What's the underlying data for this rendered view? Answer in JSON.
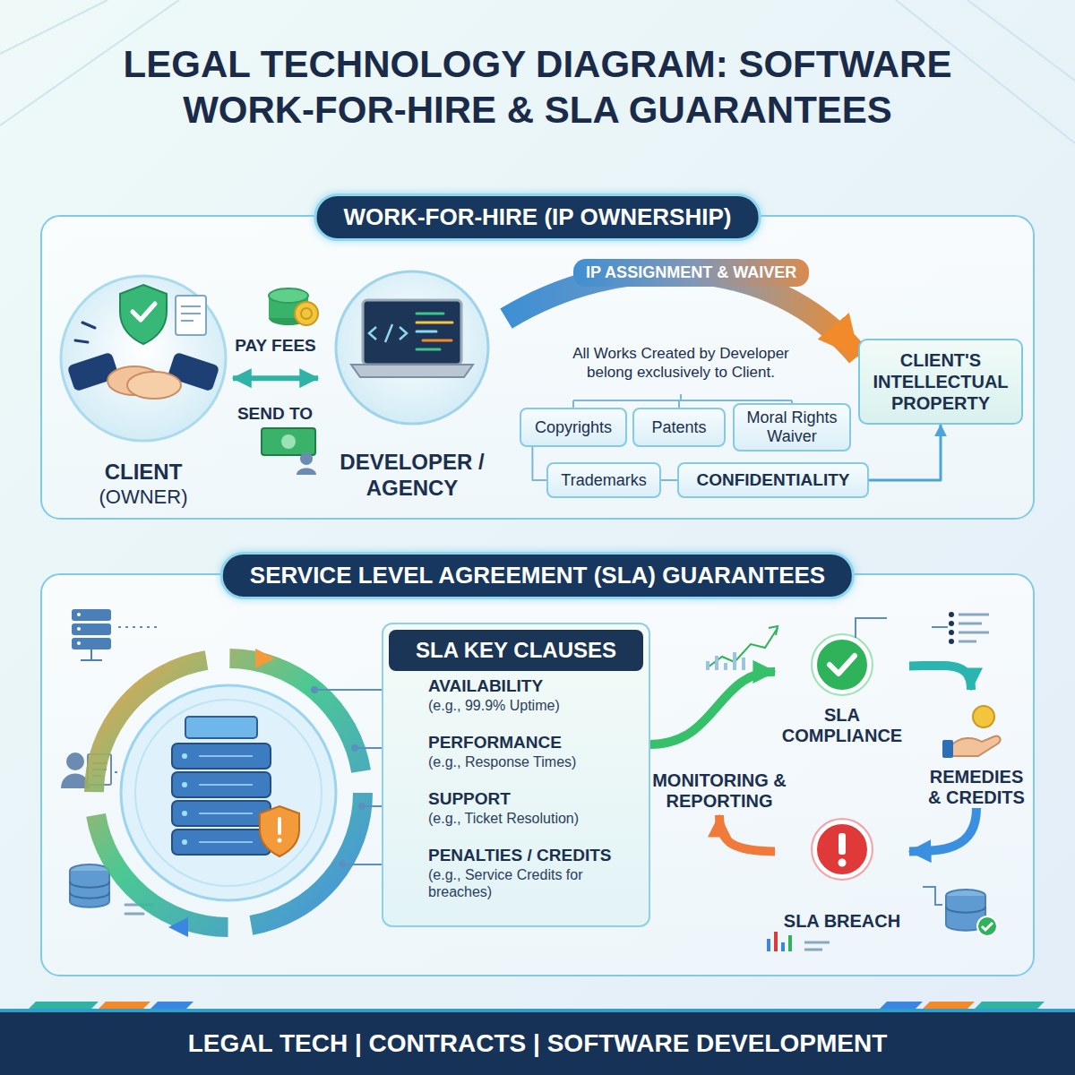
{
  "diagram": {
    "title": "LEGAL TECHNOLOGY DIAGRAM: SOFTWARE WORK-FOR-HIRE & SLA GUARANTEES",
    "caption": "LEGAL TECH | CONTRACTS | SOFTWARE DEVELOPMENT",
    "nodes": [
      {
        "text": [
          "WORK-FOR-HIRE (IP OWNERSHIP)"
        ]
      },
      {
        "text": [
          "CLIENT",
          "(OWNER)"
        ],
        "in": 0
      },
      {
        "text": [
          "DEVELOPER / AGENCY"
        ],
        "in": 0
      },
      {
        "text": [
          "CLIENT'S INTELLECTUAL PROPERTY"
        ],
        "in": 0
      },
      {
        "text": [
          "Copyrights"
        ],
        "in": 0
      },
      {
        "text": [
          "Patents"
        ],
        "in": 0
      },
      {
        "text": [
          "Moral Rights Waiver"
        ],
        "in": 0
      },
      {
        "text": [
          "Trademarks"
        ],
        "in": 0
      },
      {
        "text": [
          "CONFIDENTIALITY"
        ],
        "in": 0
      },
      {
        "text": [
          "SERVICE LEVEL AGREEMENT (SLA) GUARANTEES"
        ]
      },
      {
        "text": [
          "SLA KEY CLAUSES"
        ],
        "in": 9
      },
      {
        "text": [
          "AVAILABILITY",
          "(e.g., 99.9% Uptime)"
        ],
        "in": 10
      },
      {
        "text": [
          "PERFORMANCE",
          "(e.g., Response Times)"
        ],
        "in": 10
      },
      {
        "text": [
          "SUPPORT",
          "(e.g., Ticket Resolution)"
        ],
        "in": 10
      },
      {
        "text": [
          "PENALTIES / CREDITS",
          "(e.g., Service Credits for breaches)"
        ],
        "in": 10
      },
      {
        "text": [
          "SLA COMPLIANCE"
        ],
        "in": 9
      },
      {
        "text": [
          "REMEDIES & CREDITS"
        ],
        "in": 9
      },
      {
        "text": [
          "SLA BREACH"
        ],
        "in": 9
      },
      {
        "text": [
          "MONITORING & REPORTING"
        ],
        "in": 9
      }
    ],
    "edges": [
      {
        "from": 1,
        "to": 2,
        "label": "PAY FEES",
        "arrow": "both"
      },
      {
        "from": 2,
        "to": 3,
        "label": "IP ASSIGNMENT & WAIVER",
        "arrow": "to"
      },
      {
        "from": 4,
        "to": 7,
        "arrow": "none"
      },
      {
        "from": 7,
        "to": 8,
        "arrow": "none"
      },
      {
        "from": 8,
        "to": 3,
        "arrow": "to"
      },
      {
        "from": 10,
        "to": 15,
        "arrow": "to"
      },
      {
        "from": 15,
        "to": 16,
        "arrow": "to"
      },
      {
        "from": 16,
        "to": 17,
        "arrow": "to"
      },
      {
        "from": 17,
        "to": 18,
        "arrow": "to"
      }
    ],
    "labels": [
      "SEND TO",
      "All Works Created by Developer belong exclusively to Client."
    ]
  }
}
